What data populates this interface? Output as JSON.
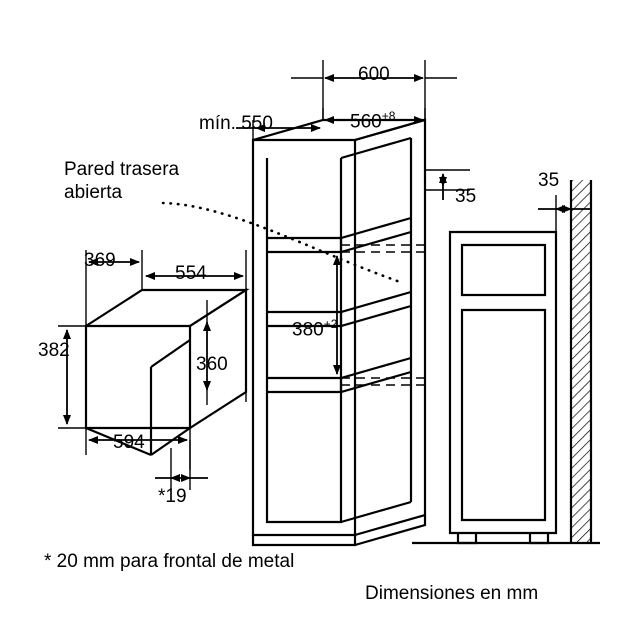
{
  "diagram": {
    "title": "Dibujo de instalacion de microondas empotrado",
    "labels": {
      "depth_top": "600",
      "min_depth": "mín. 550",
      "niche_width": "560",
      "niche_width_sup": "+8",
      "gap_right": "35",
      "gap_side_right": "35",
      "back_wall_line1": "Pared trasera",
      "back_wall_line2": "abierta",
      "oven_depth": "369",
      "oven_width_top": "554",
      "oven_height": "382",
      "oven_inner_height": "360",
      "oven_front_width": "594",
      "front_overhang": "*19",
      "niche_height": "380",
      "niche_height_sup": "+2",
      "footnote": "* 20 mm para frontal de metal",
      "units": "Dimensiones en mm"
    },
    "colors": {
      "line": "#000000",
      "background": "#ffffff",
      "hatch": "#000000"
    }
  }
}
